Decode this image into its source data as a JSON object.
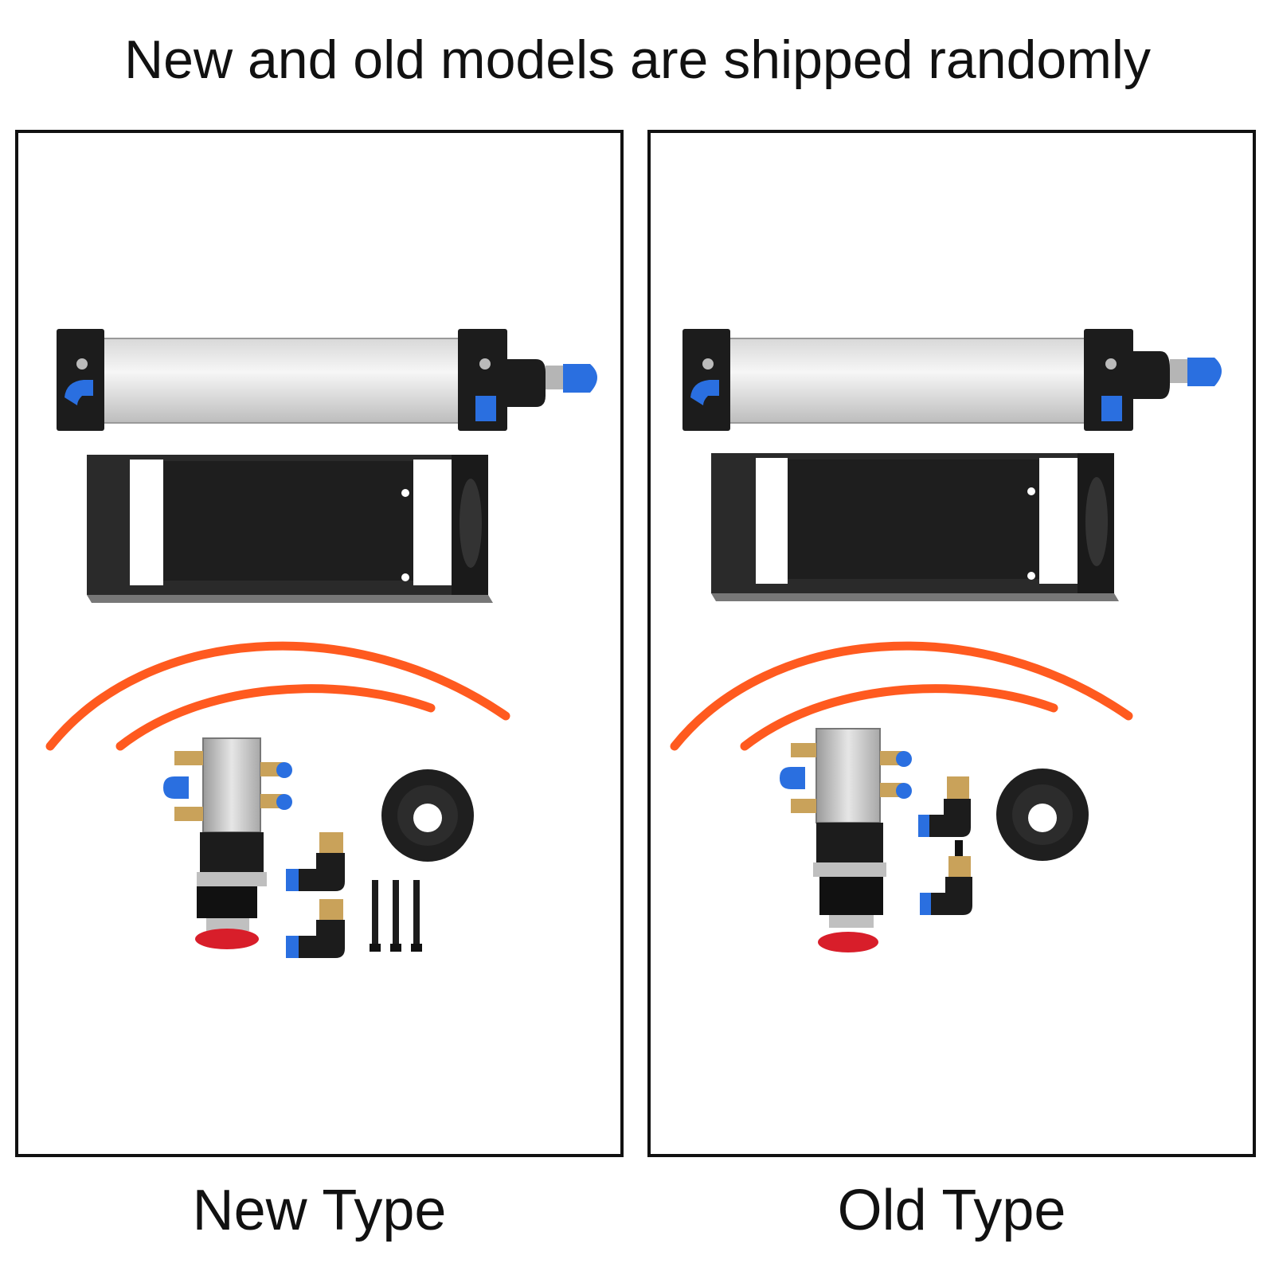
{
  "headline": "New and old models are shipped randomly",
  "panels": [
    {
      "caption": "New Type"
    },
    {
      "caption": "Old Type"
    }
  ],
  "colors": {
    "tube": "#ff5a1f",
    "cap": "#2a6fe0",
    "knob": "#d81e2a",
    "metal": "#1c1c1c",
    "brass": "#c9a25a"
  },
  "icons": [
    "air-cylinder-icon",
    "mounting-bracket-icon",
    "air-tube-icon",
    "valve-icon",
    "elbow-fitting-icon",
    "screw-icon",
    "washer-icon"
  ]
}
